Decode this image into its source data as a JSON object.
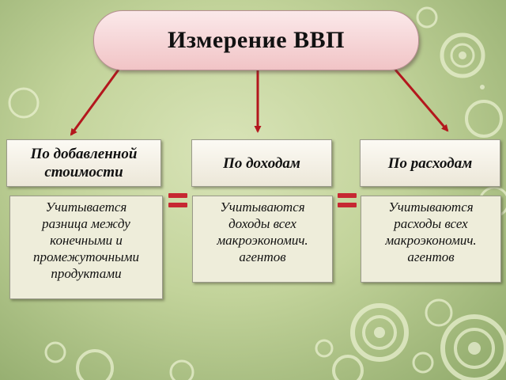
{
  "title": "Измерение ВВП",
  "methods": [
    {
      "heading": "По добавленной стоимости",
      "heading_lines": [
        "По добавленной",
        "стоимости"
      ],
      "description_lines": [
        "Учитывается",
        "разница между",
        "конечными и",
        "промежуточными",
        "продуктами"
      ]
    },
    {
      "heading": "По доходам",
      "heading_lines": [
        "По доходам"
      ],
      "description_lines": [
        "Учитываются",
        "доходы всех",
        "макроэкономич.",
        "агентов"
      ]
    },
    {
      "heading": "По расходам",
      "heading_lines": [
        "По расходам"
      ],
      "description_lines": [
        "Учитываются",
        "расходы всех",
        "макроэкономич.",
        "агентов"
      ]
    }
  ],
  "colors": {
    "arrow": "#b3171d",
    "equals": "#c62832",
    "title_fill": "#f1c4c6"
  }
}
